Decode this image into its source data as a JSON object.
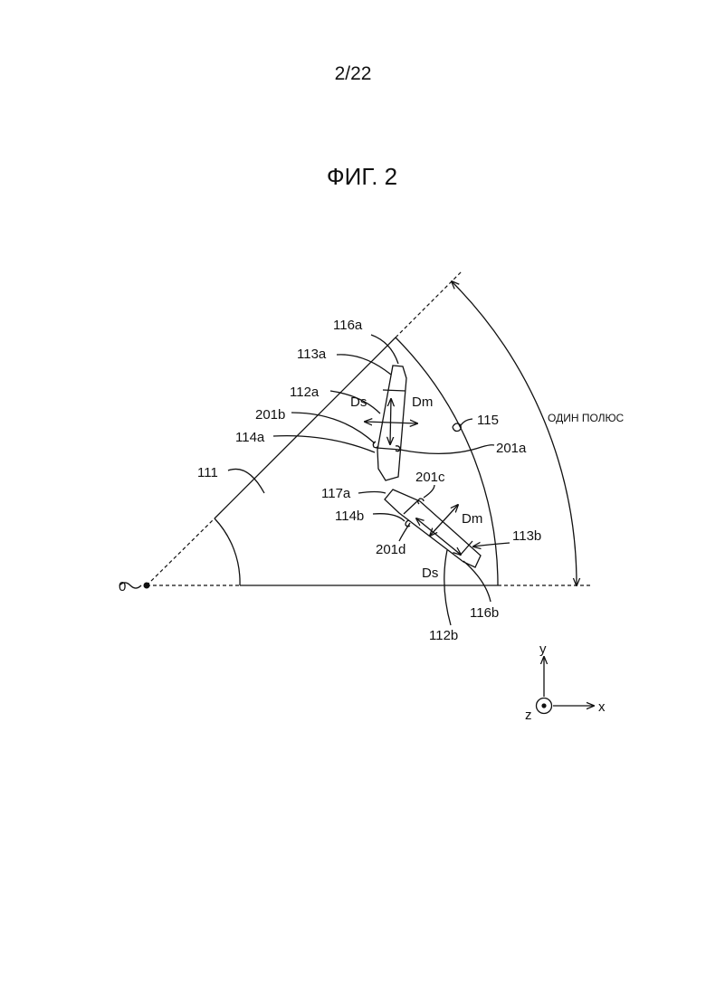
{
  "header": {
    "page_number": "2/22",
    "figure_title": "ФИГ. 2"
  },
  "labels": {
    "origin": "0",
    "core": "111",
    "magnet_a": "112a",
    "magnet_b": "112b",
    "end_a": "113a",
    "end_b": "113b",
    "side_a": "114a",
    "side_b": "114b",
    "hole": "115",
    "bridge_a": "116a",
    "bridge_b": "116b",
    "rib_a": "117a",
    "point_201a": "201a",
    "point_201b": "201b",
    "point_201c": "201c",
    "point_201d": "201d",
    "ds_a": "Ds",
    "dm_a": "Dm",
    "ds_b": "Ds",
    "dm_b": "Dm",
    "one_pole": "ОДИН ПОЛЮС"
  },
  "axes": {
    "y": "y",
    "x": "x",
    "z": "z"
  },
  "colors": {
    "ink": "#111111",
    "paper": "#ffffff"
  }
}
